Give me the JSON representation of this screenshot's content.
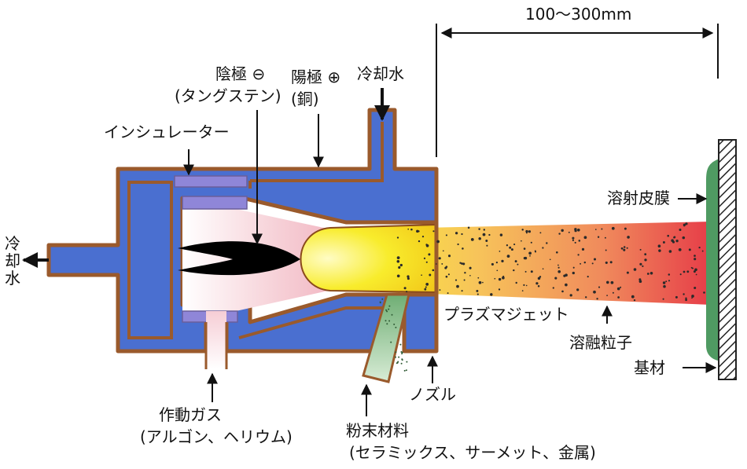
{
  "labels": {
    "distance": "100〜300mm",
    "cathode": "陰極 ⊖",
    "cathode_material": "(タングステン)",
    "anode": "陽極 ⊕",
    "anode_material": "(銅)",
    "cooling_water_in": "冷却水",
    "insulator": "インシュレーター",
    "cooling_water_out_1": "冷",
    "cooling_water_out_2": "却",
    "cooling_water_out_3": "水",
    "sprayed_coating": "溶射皮膜",
    "plasma_jet": "プラズマジェット",
    "molten_particles": "溶融粒子",
    "substrate": "基材",
    "nozzle": "ノズル",
    "working_gas": "作動ガス",
    "working_gas_types": "(アルゴン、ヘリウム)",
    "powder_material": "粉末材料",
    "powder_types": "(セラミックス、サーメット、金属)"
  },
  "colors": {
    "body_blue": "#4a6fd0",
    "copper_outline": "#9a5a2c",
    "insulator_purple": "#8f86d8",
    "cathode_black": "#000000",
    "plasma_yellow": "#f7ef2a",
    "jet_red": "#e8404a",
    "coating_green": "#4f9a62",
    "powder_green": "#8cc08e"
  }
}
